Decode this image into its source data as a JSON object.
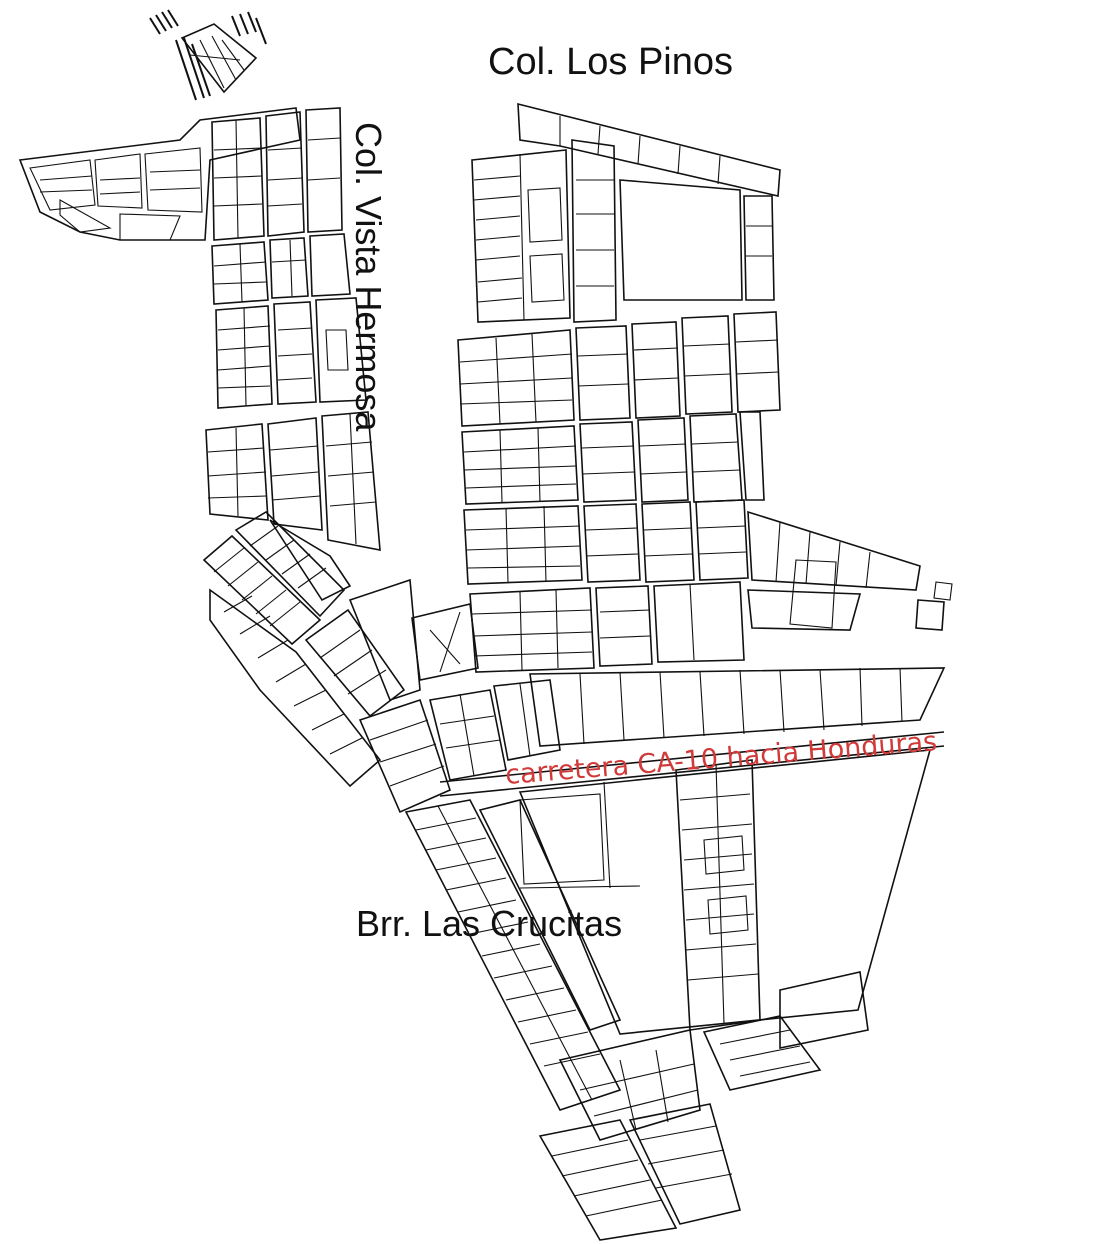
{
  "map": {
    "labels": {
      "los_pinos": "Col. Los Pinos",
      "vista_hermosa": "Col. Vista Hermosa",
      "las_crucitas": "Brr. Las Crucitas",
      "carretera": "carretera CA-10 hacia Honduras"
    },
    "colors": {
      "lines": "#111111",
      "road_label": "#d23a3a",
      "background": "#ffffff"
    }
  }
}
